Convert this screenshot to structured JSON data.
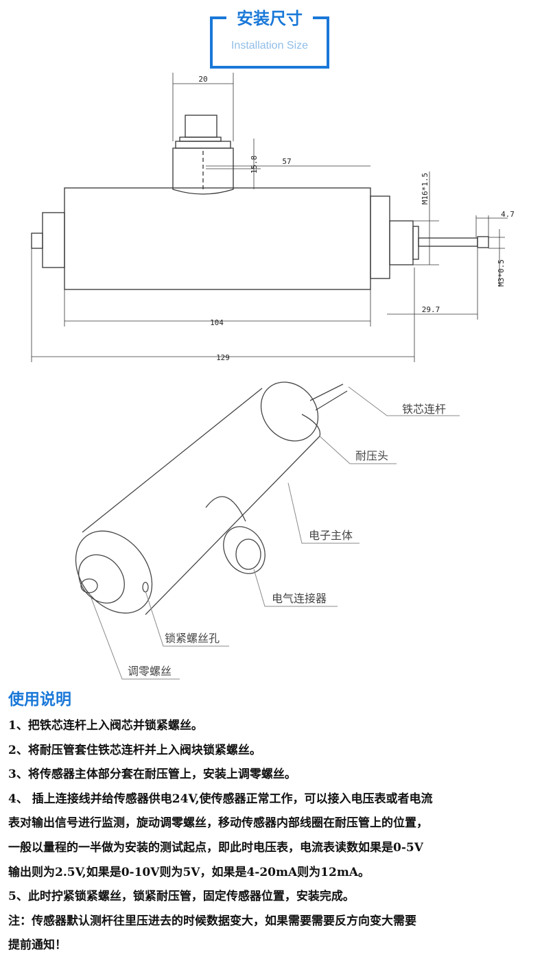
{
  "header": {
    "title": "安装尺寸",
    "subtitle": "Installation Size"
  },
  "dimensions": {
    "d20": "20",
    "d15_8": "15.8",
    "d57": "57",
    "m16": "M16*1.5",
    "d4_7": "4.7",
    "m3": "M3*0.5",
    "d104": "104",
    "d29_7": "29.7",
    "d129": "129"
  },
  "parts": {
    "core_rod": "铁芯连杆",
    "pressure_head": "耐压头",
    "main_body": "电子主体",
    "connector": "电气连接器",
    "lock_hole": "锁紧螺丝孔",
    "zero_screw": "调零螺丝"
  },
  "instructions": {
    "title": "使用说明",
    "steps": [
      "1、把铁芯连杆上入阀芯并锁紧螺丝。",
      "2、将耐压管套住铁芯连杆并上入阀块锁紧螺丝。",
      "3、将传感器主体部分套在耐压管上，安装上调零螺丝。",
      "4、 插上连接线并给传感器供电24V,使传感器正常工作，可以接入电压表或者电流",
      "表对输出信号进行监测，旋动调零螺丝，移动传感器内部线圈在耐压管上的位置，",
      "一般以量程的一半做为安装的测试起点，即此时电压表，电流表读数如果是0-5V",
      "输出则为2.5V,如果是0-10V则为5V，如果是4-20mA则为12mA。",
      "5、此时拧紧锁紧螺丝，锁紧耐压管，固定传感器位置，安装完成。",
      "注：传感器默认测杆往里压进去的时候数据变大，如果需要需要反方向变大需要",
      "提前通知！"
    ]
  }
}
